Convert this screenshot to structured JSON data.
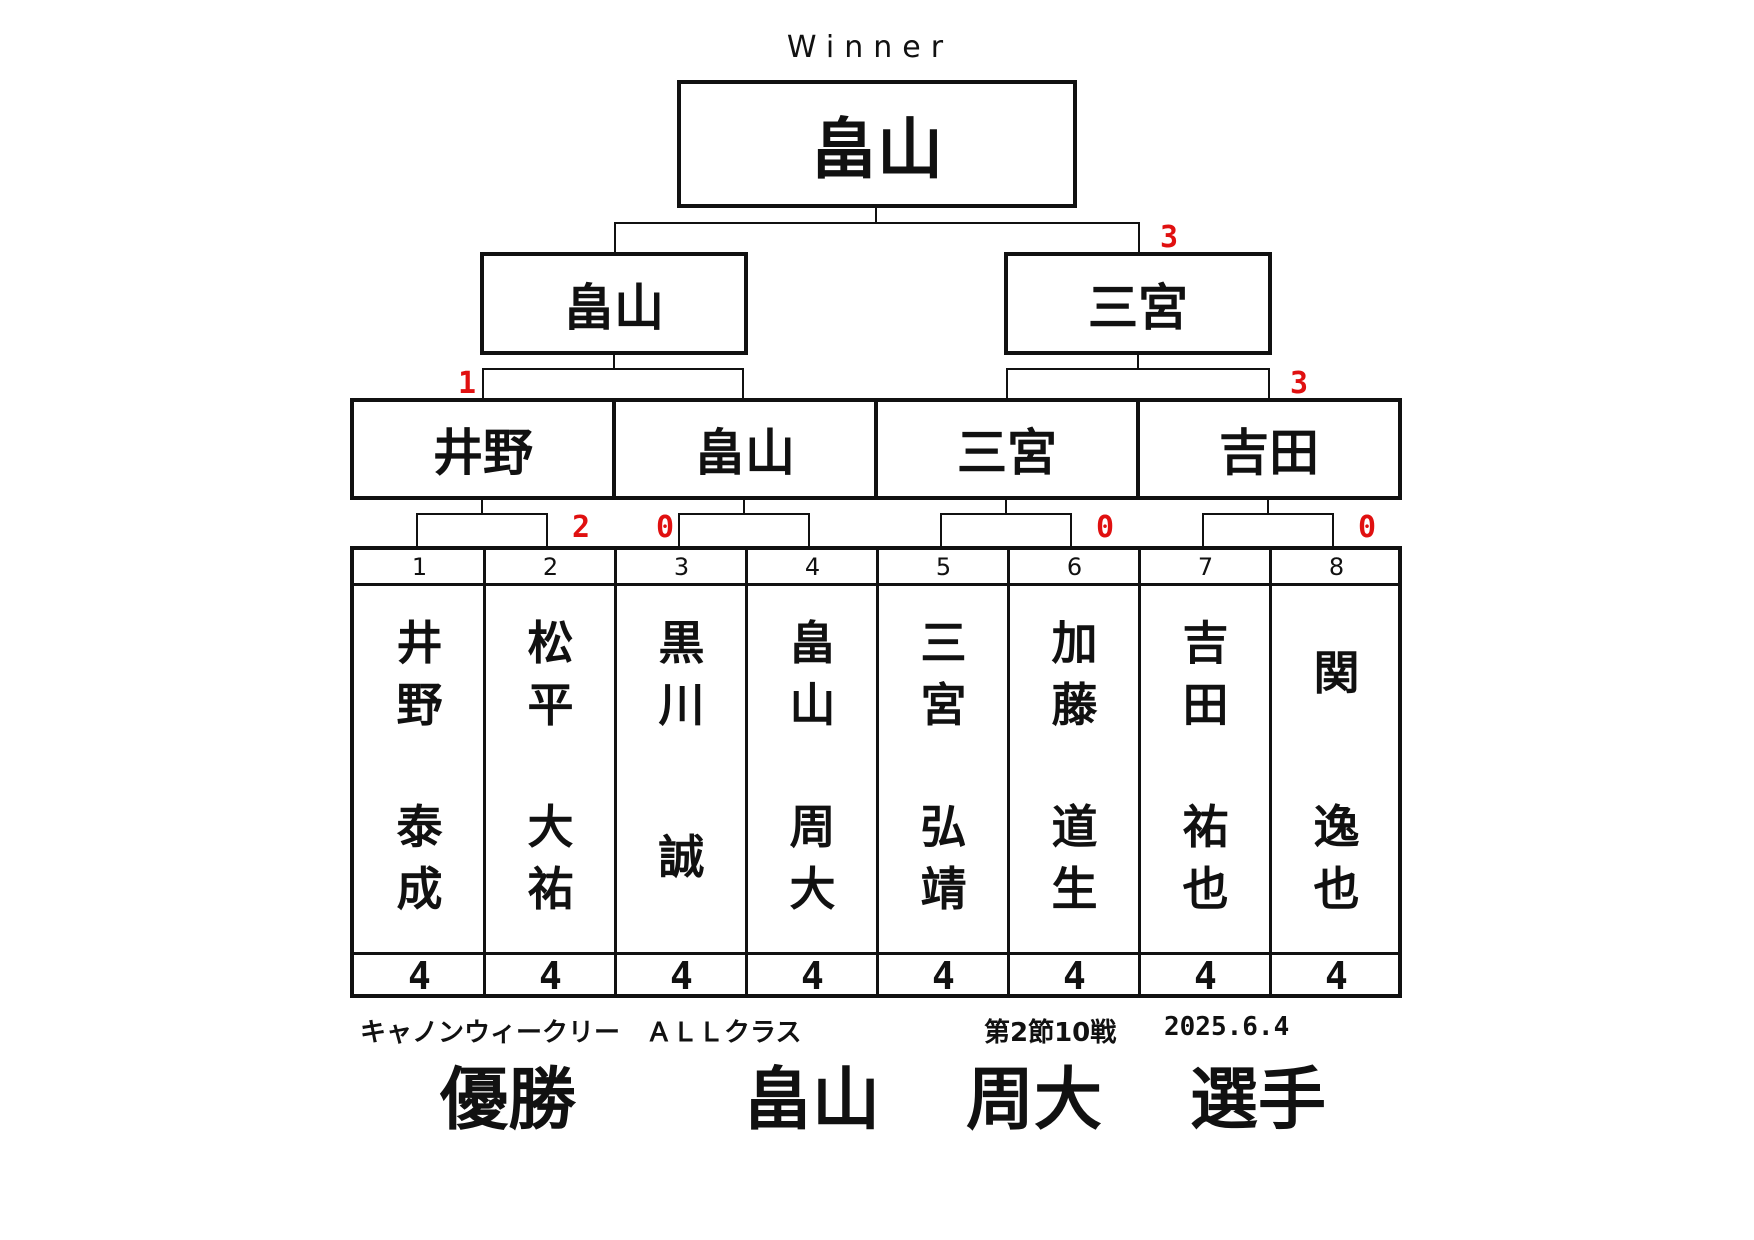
{
  "bracket": {
    "winner_label": "Winner",
    "champion": "畠山",
    "finalists": [
      {
        "name": "畠山",
        "score": ""
      },
      {
        "name": "三宮",
        "score": "3"
      }
    ],
    "semifinalists": [
      {
        "name": "井野",
        "score": "1"
      },
      {
        "name": "畠山",
        "score": ""
      },
      {
        "name": "三宮",
        "score": ""
      },
      {
        "name": "吉田",
        "score": "3"
      }
    ],
    "first_round_scores": [
      "",
      "2",
      "0",
      "",
      "",
      "0",
      "",
      "0"
    ]
  },
  "players": [
    {
      "seed": "1",
      "surname": [
        "井",
        "野"
      ],
      "given": [
        "泰",
        "成"
      ],
      "points": "4"
    },
    {
      "seed": "2",
      "surname": [
        "松",
        "平"
      ],
      "given": [
        "大",
        "祐"
      ],
      "points": "4"
    },
    {
      "seed": "3",
      "surname": [
        "黒",
        "川"
      ],
      "given": [
        "誠"
      ],
      "points": "4"
    },
    {
      "seed": "4",
      "surname": [
        "畠",
        "山"
      ],
      "given": [
        "周",
        "大"
      ],
      "points": "4"
    },
    {
      "seed": "5",
      "surname": [
        "三",
        "宮"
      ],
      "given": [
        "弘",
        "靖"
      ],
      "points": "4"
    },
    {
      "seed": "6",
      "surname": [
        "加",
        "藤"
      ],
      "given": [
        "道",
        "生"
      ],
      "points": "4"
    },
    {
      "seed": "7",
      "surname": [
        "吉",
        "田"
      ],
      "given": [
        "祐",
        "也"
      ],
      "points": "4"
    },
    {
      "seed": "8",
      "surname": [
        "関"
      ],
      "given": [
        "逸",
        "也"
      ],
      "points": "4"
    }
  ],
  "footer": {
    "event": "キャノンウィークリー　ＡＬＬクラス",
    "round": "第2節10戦",
    "date": "2025.6.4",
    "result_label": "優勝",
    "champion_surname": "畠山",
    "champion_given": "周大",
    "honorific": "選手"
  },
  "colors": {
    "score": "#e01010",
    "line": "#111111"
  }
}
